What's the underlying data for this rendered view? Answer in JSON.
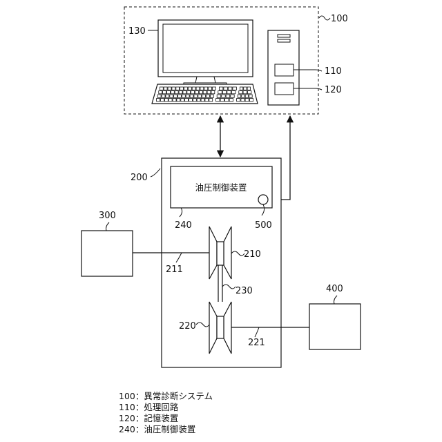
{
  "labels": {
    "system": "100",
    "computer": "130",
    "processing_circuit": "110",
    "storage_device": "120",
    "vehicle": "200",
    "hydraulic_controller": "240",
    "hydraulic_controller_text": "油圧制御装置",
    "sensor": "500",
    "input_device": "300",
    "output_device": "400",
    "primary_pulley": "210",
    "secondary_pulley": "220",
    "belt": "230",
    "input_shaft": "211",
    "output_shaft": "221"
  },
  "legend": [
    {
      "code": "100",
      "text": "異常診断システム"
    },
    {
      "code": "110",
      "text": "処理回路"
    },
    {
      "code": "120",
      "text": "記憶装置"
    },
    {
      "code": "240",
      "text": "油圧制御装置"
    }
  ]
}
